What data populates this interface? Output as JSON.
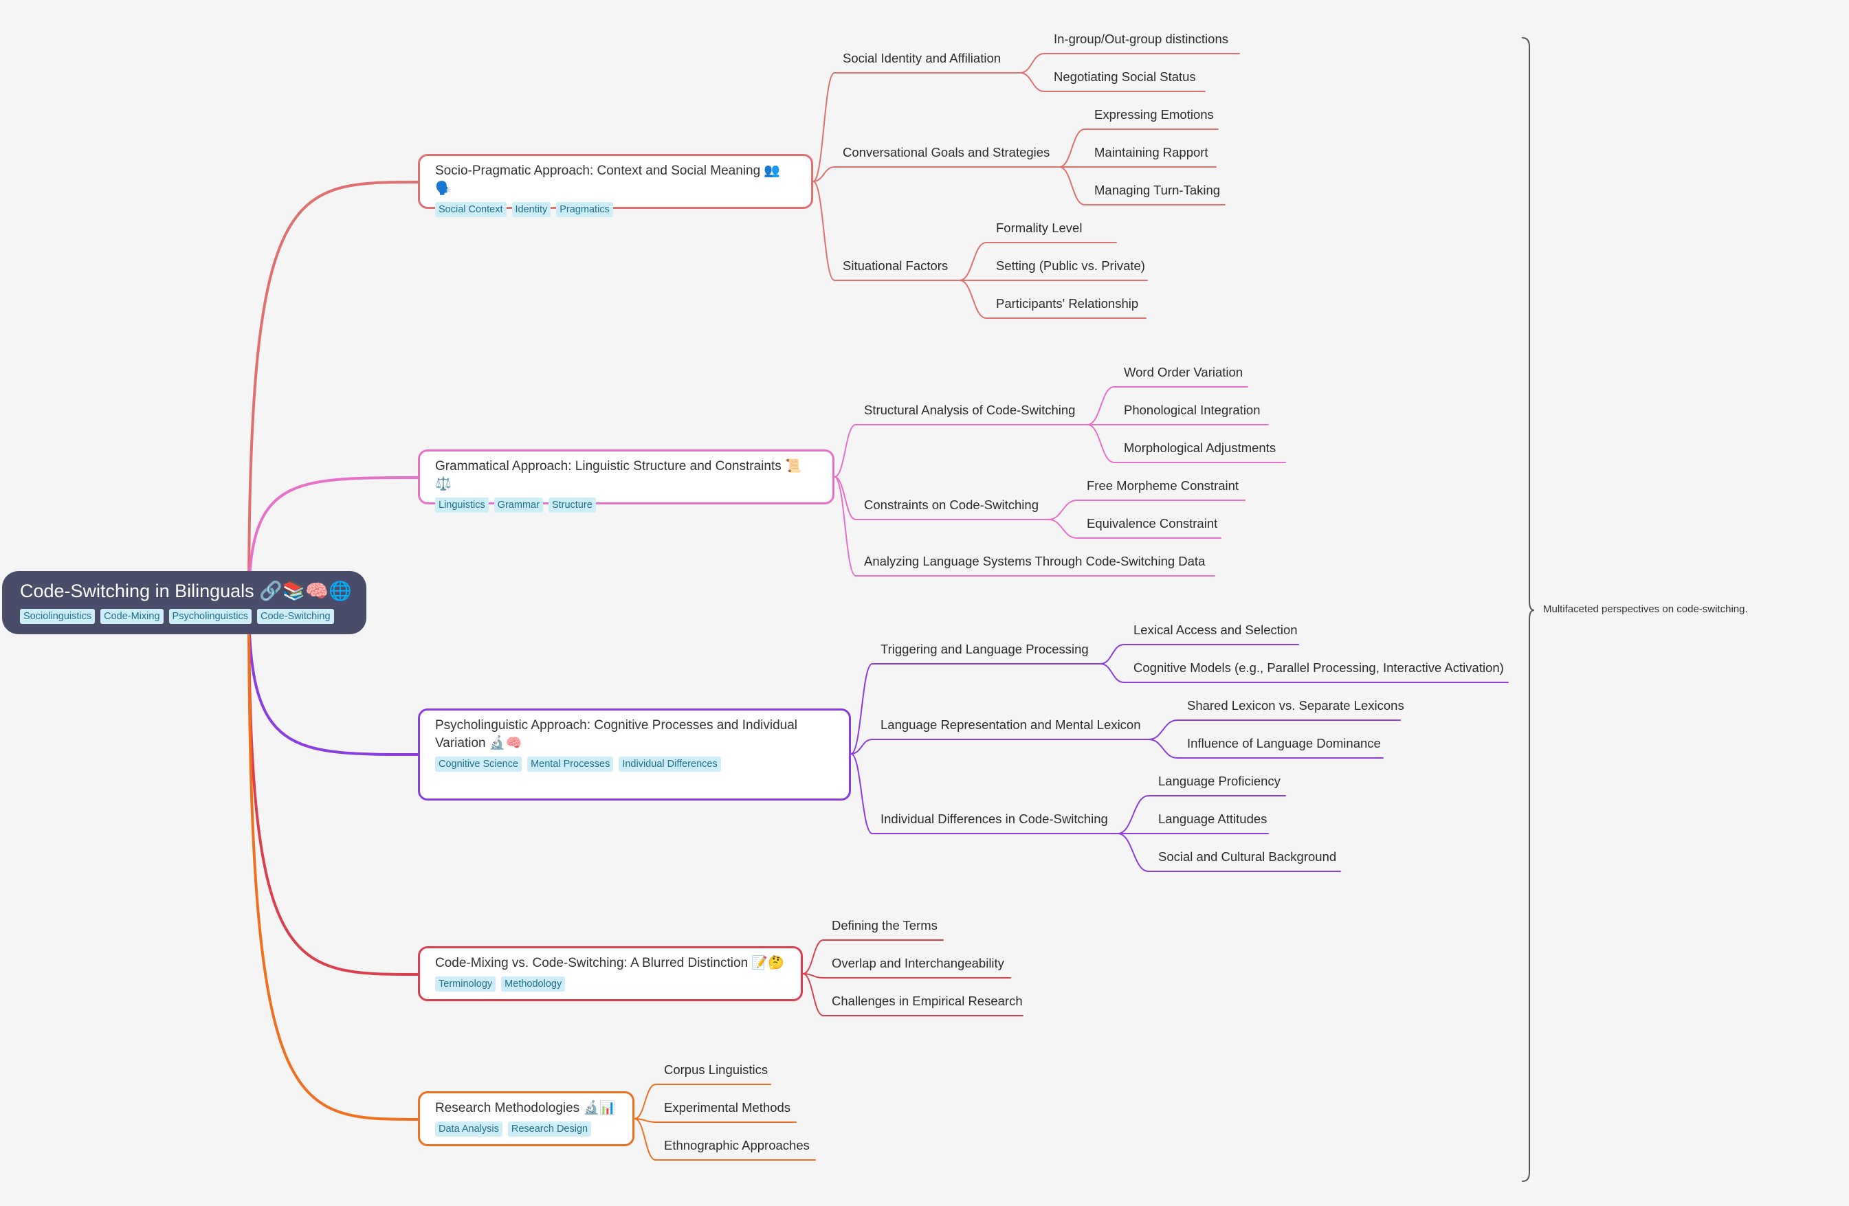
{
  "root": {
    "title": "Code-Switching in Bilinguals 🔗📚🧠🌐",
    "tags": [
      "Sociolinguistics",
      "Code-Mixing",
      "Psycholinguistics",
      "Code-Switching"
    ]
  },
  "branches": [
    {
      "id": "b1",
      "color": "#e07070",
      "title": "Socio-Pragmatic Approach: Context and Social Meaning 👥🗣️",
      "tags": [
        "Social Context",
        "Identity",
        "Pragmatics"
      ],
      "children": [
        {
          "label": "Social Identity and Affiliation",
          "children": [
            "In-group/Out-group distinctions",
            "Negotiating Social Status"
          ]
        },
        {
          "label": "Conversational Goals and Strategies",
          "children": [
            "Expressing Emotions",
            "Maintaining Rapport",
            "Managing Turn-Taking"
          ]
        },
        {
          "label": "Situational Factors",
          "children": [
            "Formality Level",
            "Setting (Public vs. Private)",
            "Participants' Relationship"
          ]
        }
      ]
    },
    {
      "id": "b2",
      "color": "#e870c8",
      "title": "Grammatical Approach: Linguistic Structure and Constraints 📜⚖️",
      "tags": [
        "Linguistics",
        "Grammar",
        "Structure"
      ],
      "children": [
        {
          "label": "Structural Analysis of Code-Switching",
          "children": [
            "Word Order Variation",
            "Phonological Integration",
            "Morphological Adjustments"
          ]
        },
        {
          "label": "Constraints on Code-Switching",
          "children": [
            "Free Morpheme Constraint",
            "Equivalence Constraint"
          ]
        },
        {
          "label": "Analyzing Language Systems Through Code-Switching Data",
          "children": []
        }
      ]
    },
    {
      "id": "b3",
      "color": "#8a3ee0",
      "title": "Psycholinguistic Approach: Cognitive Processes and Individual Variation 🔬🧠",
      "tags": [
        "Cognitive Science",
        "Mental Processes",
        "Individual Differences"
      ],
      "children": [
        {
          "label": "Triggering and Language Processing",
          "children": [
            "Lexical Access and Selection",
            "Cognitive Models (e.g., Parallel Processing, Interactive Activation)"
          ]
        },
        {
          "label": "Language Representation and Mental Lexicon",
          "children": [
            "Shared Lexicon vs. Separate Lexicons",
            "Influence of Language Dominance"
          ]
        },
        {
          "label": "Individual Differences in Code-Switching",
          "children": [
            "Language Proficiency",
            "Language Attitudes",
            "Social and Cultural Background"
          ]
        }
      ]
    },
    {
      "id": "b4",
      "color": "#d9404e",
      "title": "Code-Mixing vs. Code-Switching: A Blurred Distinction 📝🤔",
      "tags": [
        "Terminology",
        "Methodology"
      ],
      "children": [
        {
          "label": "Defining the Terms",
          "children": []
        },
        {
          "label": "Overlap and Interchangeability",
          "children": []
        },
        {
          "label": "Challenges in Empirical Research",
          "children": []
        }
      ]
    },
    {
      "id": "b5",
      "color": "#f07020",
      "title": "Research Methodologies 🔬📊",
      "tags": [
        "Data Analysis",
        "Research Design"
      ],
      "children": [
        {
          "label": "Corpus Linguistics",
          "children": []
        },
        {
          "label": "Experimental Methods",
          "children": []
        },
        {
          "label": "Ethnographic Approaches",
          "children": []
        }
      ]
    }
  ],
  "summary": "Multifaceted perspectives on code-switching."
}
